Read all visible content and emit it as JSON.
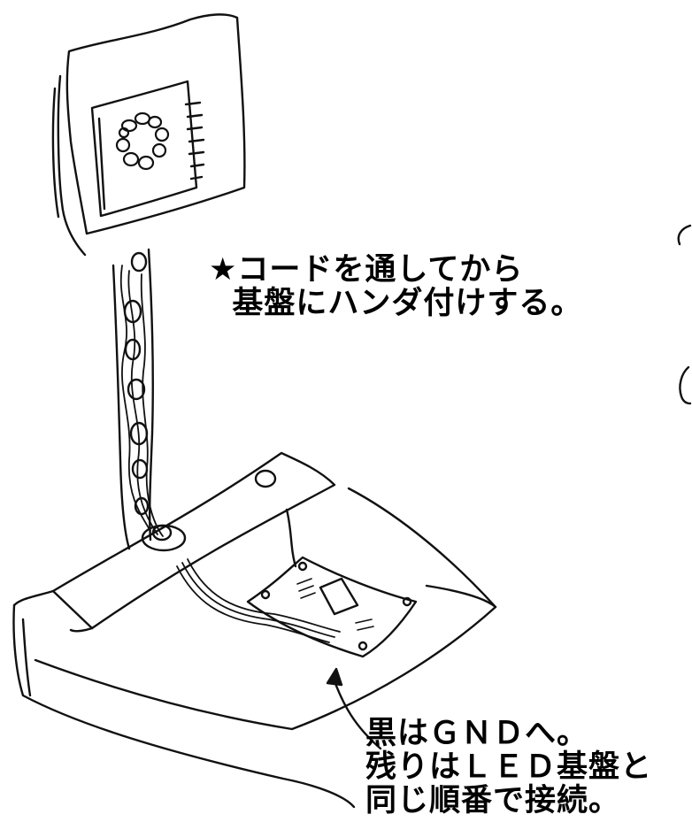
{
  "annotations": {
    "top_note": {
      "line1": "★コードを通してから",
      "line2": "  基盤にハンダ付けする。"
    },
    "bottom_note": {
      "line1": "黒はＧＮＤへ。",
      "line2": "残りはＬＥＤ基盤と",
      "line3": "同じ順番で接続。"
    }
  }
}
